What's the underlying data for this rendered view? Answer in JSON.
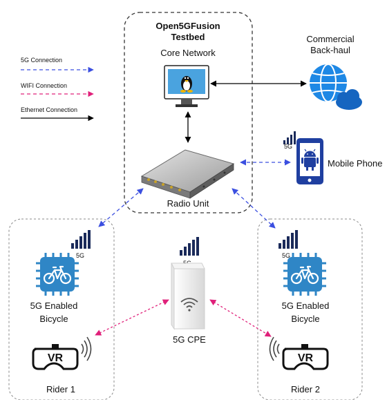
{
  "legend": {
    "fiveg_connection": "5G Connection",
    "wifi_connection": "WIFI Connection",
    "ethernet_connection": "Ethernet Connection"
  },
  "testbed": {
    "title_line1": "Open5GFusion",
    "title_line2": "Testbed",
    "core_network": "Core Network",
    "radio_unit": "Radio Unit"
  },
  "backhaul": {
    "line1": "Commercial",
    "line2": "Back-haul"
  },
  "mobile": {
    "label": "Mobile Phone",
    "signal_text": "5G"
  },
  "rider1": {
    "signal_text": "5G",
    "bicycle_line1": "5G Enabled",
    "bicycle_line2": "Bicycle",
    "vr_text": "VR",
    "label": "Rider 1"
  },
  "rider2": {
    "signal_text": "5G",
    "bicycle_line1": "5G Enabled",
    "bicycle_line2": "Bicycle",
    "vr_text": "VR",
    "label": "Rider 2"
  },
  "cpe": {
    "signal_text": "5G",
    "label": "5G CPE"
  },
  "colors": {
    "fiveg": "#3b4fe0",
    "wifi": "#e0207a",
    "ethernet": "#000000",
    "chip": "#2f86c6",
    "android": "#1f3fa0",
    "backhaul": "#1e88e5"
  }
}
